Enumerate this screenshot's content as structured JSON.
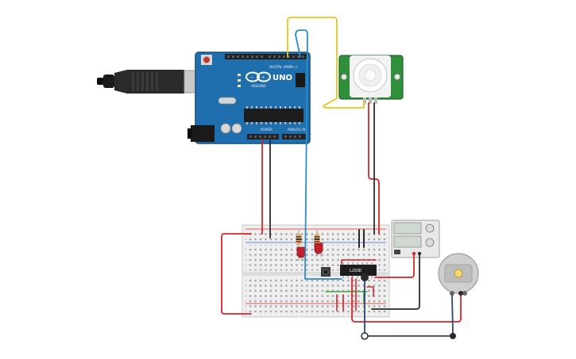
{
  "circuit": {
    "arduino": {
      "brand": "UNO",
      "sub_brand": "ARDUINO",
      "header_digital": "DIGITAL (PWM~)",
      "header_power": "POWER",
      "header_analog": "ANALOG IN",
      "board_color": "#1f6fae"
    },
    "driver_chip": {
      "label": "L293D"
    },
    "pir_sensor": {
      "board_color": "#2f8f3a"
    },
    "colors": {
      "wire_red": "#d8262b",
      "wire_black": "#2b2b2b",
      "wire_blue": "#2a8cc8",
      "wire_yellow": "#e9c51d",
      "wire_green": "#39a84a",
      "led_red": "#c0202a",
      "breadboard": "#efefef"
    }
  }
}
